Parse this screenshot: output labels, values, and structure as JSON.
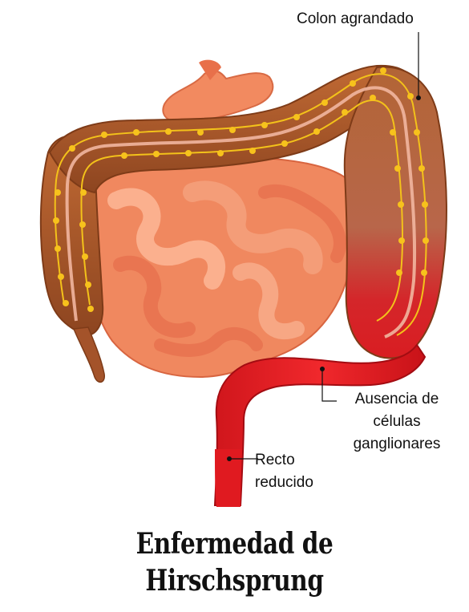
{
  "labels": {
    "enlarged_colon": "Colon agrandado",
    "absence_line1": "Ausencia de",
    "absence_line2": "células",
    "absence_line3": "ganglionares",
    "rectum_line1": "Recto",
    "rectum_line2": "reducido"
  },
  "title": {
    "line1": "Enfermedad de",
    "line2": "Hirschsprung"
  },
  "colors": {
    "colon_brown": "#a9592b",
    "small_intestine": "#f08a63",
    "narrow_segment_red": "#e1141d",
    "ganglion_cells": "#f7c21c",
    "text": "#111111"
  }
}
